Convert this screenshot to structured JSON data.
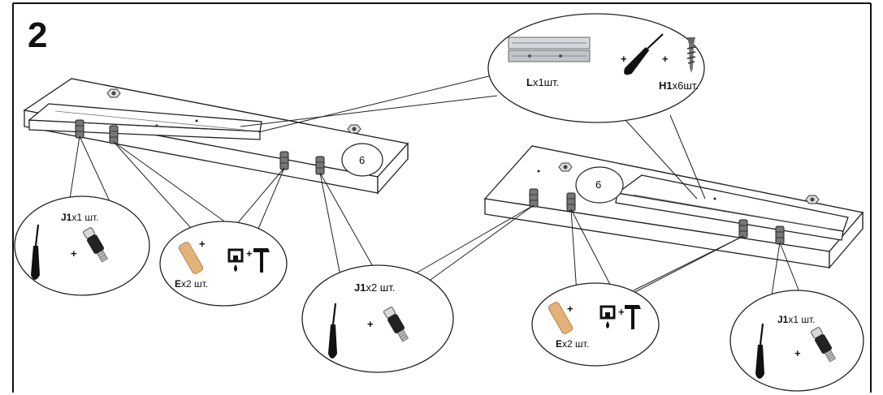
{
  "step_number": "2",
  "position_badges": [
    "6",
    "6"
  ],
  "callouts": {
    "top": {
      "part_l": "L",
      "qty_l": "x1шт.",
      "part_h": "H1",
      "qty_h": "x6шт."
    },
    "left_j": {
      "part": "J1",
      "qty": "x1 шт."
    },
    "left_e": {
      "part": "E",
      "qty": "x2 шт."
    },
    "mid_j": {
      "part": "J1",
      "qty": "x2 шт."
    },
    "right_e": {
      "part": "E",
      "qty": "x2 шт."
    },
    "right_j": {
      "part": "J1",
      "qty": "x1 шт."
    }
  },
  "plus_sign": "+",
  "colors": {
    "ink": "#111111",
    "wood": "#e3b27a",
    "paper": "#ffffff",
    "rail": "#c8ccd0"
  }
}
